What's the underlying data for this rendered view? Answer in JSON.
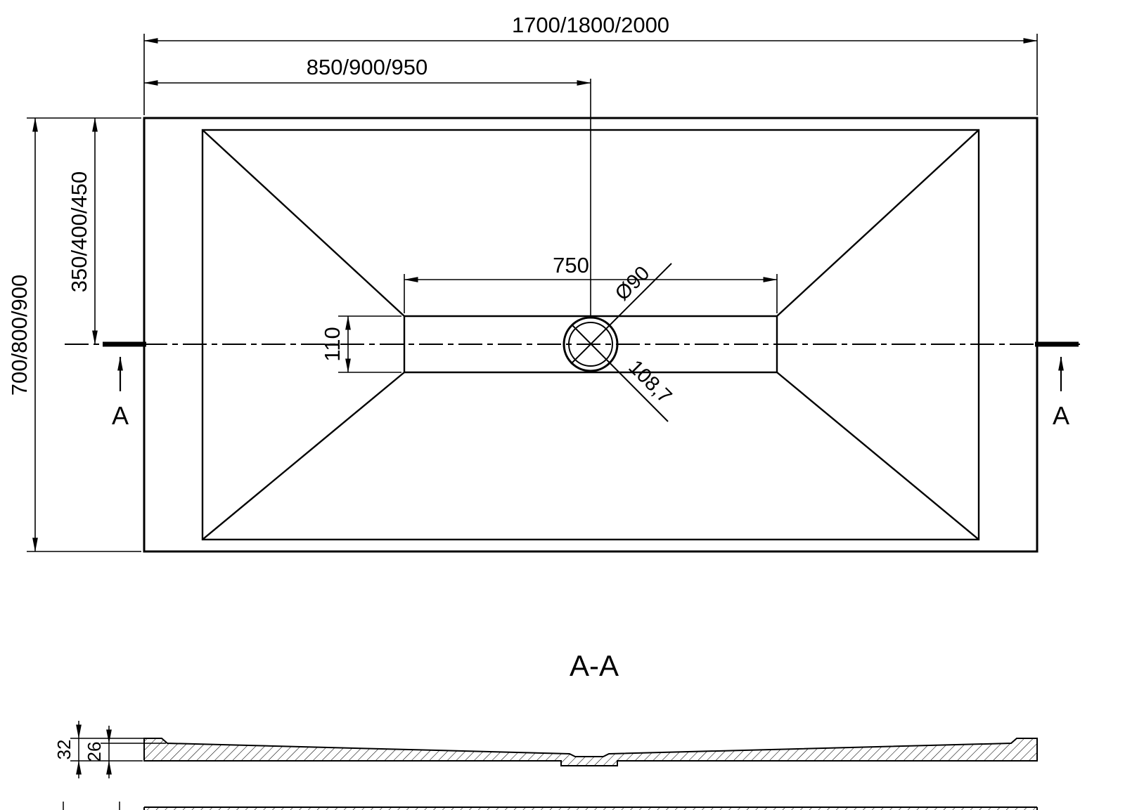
{
  "colors": {
    "line": "#000000",
    "background": "#ffffff"
  },
  "top_view": {
    "dim_overall_length": "1700/1800/2000",
    "dim_center_length": "850/900/950",
    "dim_overall_width": "700/800/900",
    "dim_center_width": "350/400/450",
    "dim_channel_length": "750",
    "dim_channel_width": "110",
    "dim_drain_diameter": "Ø90",
    "dim_drain_diagonal": "108,7",
    "section_label_left": "A",
    "section_label_right": "A"
  },
  "section_view": {
    "title": "A-A",
    "dim_total_thickness": "32",
    "dim_edge_thickness": "26"
  }
}
